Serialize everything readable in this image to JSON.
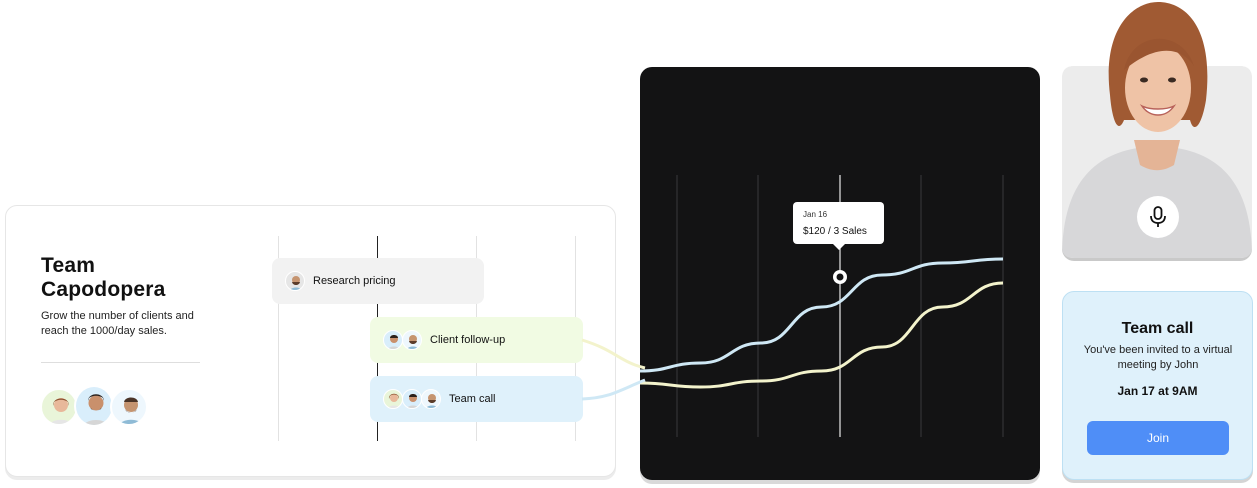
{
  "team": {
    "title": "Team Capodopera",
    "description": "Grow the number of clients and reach the 1000/day sales."
  },
  "tasks": [
    {
      "label": "Research pricing",
      "color": "#f2f2f2"
    },
    {
      "label": "Client follow-up",
      "color": "#f1fbe3"
    },
    {
      "label": "Team call",
      "color": "#dff1fb"
    }
  ],
  "chart": {
    "tooltip_date": "Jan 16",
    "tooltip_value": "$120 / 3 Sales",
    "series_colors": [
      "#cfe8f5",
      "#f3f3cc"
    ]
  },
  "chart_data": {
    "type": "line",
    "series": [
      {
        "values": [
          0.18,
          0.22,
          0.32,
          0.5,
          0.66,
          0.72,
          0.74
        ]
      },
      {
        "values": [
          0.12,
          0.1,
          0.13,
          0.18,
          0.3,
          0.5,
          0.62
        ]
      }
    ],
    "highlight": {
      "label": "Jan 16",
      "value": "$120 / 3 Sales"
    }
  },
  "call": {
    "mic_icon": "microphone-icon"
  },
  "invite": {
    "title": "Team call",
    "description": "You've been invited to a virtual meeting by John",
    "time": "Jan 17 at 9AM",
    "join_label": "Join",
    "accent": "#4f8ef7"
  }
}
